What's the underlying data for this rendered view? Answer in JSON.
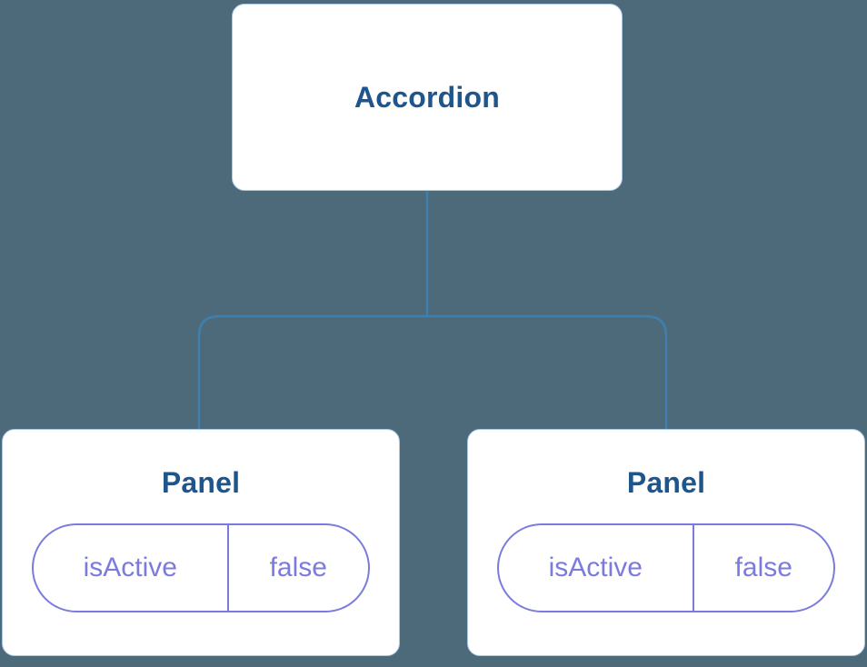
{
  "colors": {
    "background": "#4d6a7a",
    "box_bg": "#ffffff",
    "box_border": "#a9c9e8",
    "title": "#1e558c",
    "connector": "#3f7fae",
    "pill": "#7b7bdf"
  },
  "diagram": {
    "root": {
      "label": "Accordion"
    },
    "panels": [
      {
        "label": "Panel",
        "state_key": "isActive",
        "state_value": "false"
      },
      {
        "label": "Panel",
        "state_key": "isActive",
        "state_value": "false"
      }
    ]
  }
}
